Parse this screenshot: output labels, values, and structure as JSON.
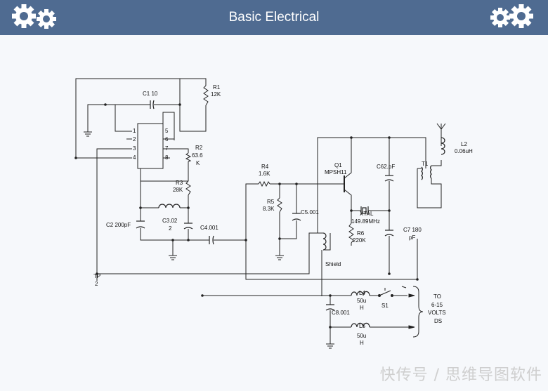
{
  "header": {
    "title": "Basic Electrical",
    "left_icon": "gears-icon",
    "right_icon": "gears-icon",
    "color": "#4f6b91"
  },
  "diagram": {
    "labels": {
      "c1": "C1 10",
      "r1_name": "R1",
      "r1_val": "12K",
      "r2_name": "R2",
      "r2_val": "63.6",
      "r2_unit": "K",
      "r3_name": "R3",
      "r3_val": "28K",
      "c2": "C2 200pF",
      "c3_name": "C3.02",
      "c3_val": "2",
      "c4": "C4.001",
      "r4_name": "R4",
      "r4_val": "1.6K",
      "r5_name": "R5",
      "r5_val": "8.3K",
      "c5": "C5.001",
      "q1_name": "Q1",
      "q1_val": "MPSH11",
      "c6": "C62.pF",
      "t1": "T1",
      "l2_name": "L2",
      "l2_val": "0.06uH",
      "xtal_name": "XTAL",
      "xtal_val": "149.89MHz",
      "r6_name": "R6",
      "r6_val": "220K",
      "c7": "C7 180",
      "c7_unit": "pF",
      "shield": "Shield",
      "tp_name": "TP",
      "tp_val": "2",
      "l4_name": "L4",
      "l4_val": "50u",
      "l4_unit": "H",
      "s1": "S1",
      "c8": "C8.001",
      "l5_name": "L5",
      "l5_val": "50u",
      "l5_unit": "H",
      "to": "TO",
      "volts_range": "6-15",
      "volts": "VOLTS",
      "ds": "DS",
      "pin1": "1",
      "pin2": "2",
      "pin3": "3",
      "pin4": "4",
      "pin5": "5",
      "pin6": "6",
      "pin7": "7",
      "pin8": "8"
    }
  },
  "watermark": "快传号 / 思维导图软件"
}
